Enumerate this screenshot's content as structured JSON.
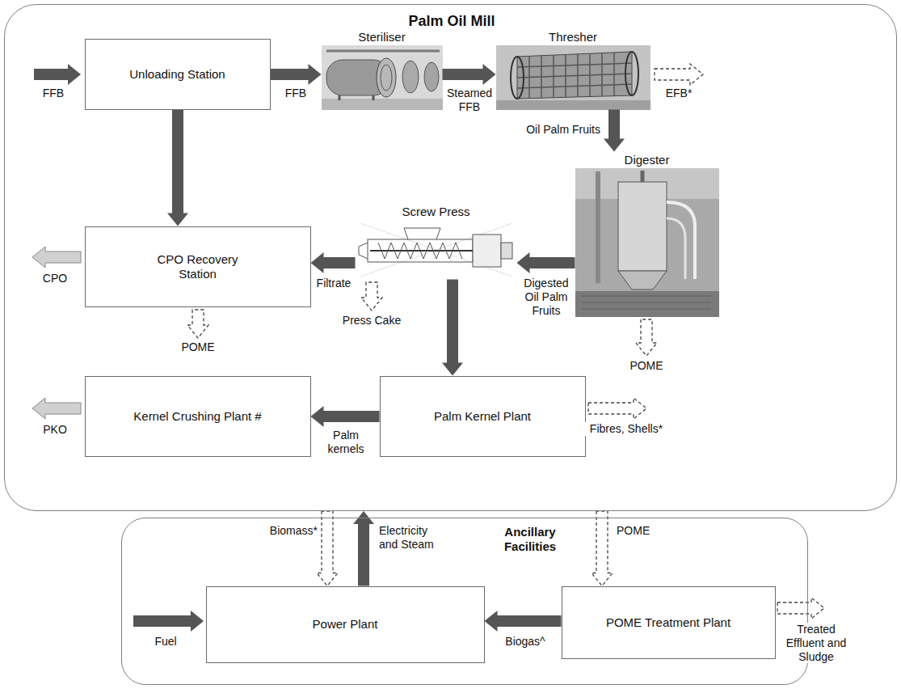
{
  "diagram": {
    "nodes": [
      {
        "text": [
          "Palm Oil Mill"
        ]
      },
      {
        "text": [
          "Unloading Station"
        ],
        "in": 0
      },
      {
        "text": [
          "Steriliser"
        ],
        "in": 0
      },
      {
        "text": [
          "Thresher"
        ],
        "in": 0
      },
      {
        "text": [
          "CPO Recovery Station"
        ],
        "in": 0
      },
      {
        "text": [
          "Screw Press"
        ],
        "in": 0
      },
      {
        "text": [
          "Digester"
        ],
        "in": 0
      },
      {
        "text": [
          "Kernel Crushing Plant #"
        ],
        "in": 0
      },
      {
        "text": [
          "Palm Kernel Plant"
        ],
        "in": 0
      },
      {
        "text": [
          "Ancillary Facilities"
        ]
      },
      {
        "text": [
          "Power Plant"
        ],
        "in": 9
      },
      {
        "text": [
          "POME Treatment Plant"
        ],
        "in": 9
      }
    ],
    "edges": [
      {
        "from": 1,
        "to": 2,
        "arrow": "to",
        "label": "FFB"
      },
      {
        "from": 2,
        "to": 3,
        "arrow": "to",
        "label": "Steamed FFB"
      },
      {
        "from": 3,
        "to": 6,
        "arrow": "to",
        "label": "Oil Palm Fruits"
      },
      {
        "from": 6,
        "to": 5,
        "arrow": "to",
        "label": "Digested Oil Palm Fruits"
      },
      {
        "from": 5,
        "to": 4,
        "arrow": "to",
        "label": "Filtrate"
      },
      {
        "from": 1,
        "to": 4,
        "arrow": "to"
      },
      {
        "from": 5,
        "to": 8,
        "arrow": "to"
      },
      {
        "from": 8,
        "to": 7,
        "arrow": "to",
        "label": "Palm kernels"
      },
      {
        "from": 0,
        "to": 10,
        "arrow": "to",
        "label": "Biomass*"
      },
      {
        "from": 10,
        "to": 0,
        "arrow": "to",
        "label": "Electricity and Steam"
      },
      {
        "from": 0,
        "to": 11,
        "arrow": "to",
        "label": "POME"
      },
      {
        "from": 11,
        "to": 10,
        "arrow": "to",
        "label": "Biogas^"
      }
    ],
    "labels": [
      "FFB",
      "EFB*",
      "CPO",
      "POME",
      "Press Cake",
      "POME",
      "PKO",
      "Fibres, Shells*",
      "Fuel",
      "Treated Effluent and Sludge"
    ]
  }
}
